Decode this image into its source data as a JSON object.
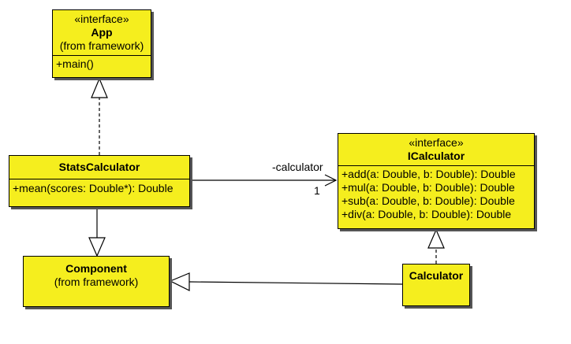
{
  "classes": {
    "app": {
      "stereotype": "«interface»",
      "name": "App",
      "package": "(from framework)",
      "operations": [
        "+main()"
      ]
    },
    "stats": {
      "name": "StatsCalculator",
      "operations": [
        "+mean(scores: Double*): Double"
      ]
    },
    "icalc": {
      "stereotype": "«interface»",
      "name": "ICalculator",
      "operations": [
        "+add(a: Double, b: Double): Double",
        "+mul(a: Double, b: Double): Double",
        "+sub(a: Double, b: Double): Double",
        "+div(a: Double, b: Double): Double"
      ]
    },
    "component": {
      "name": "Component",
      "package": "(from framework)"
    },
    "calculator": {
      "name": "Calculator"
    }
  },
  "association": {
    "role": "-calculator",
    "multiplicity": "1"
  },
  "colors": {
    "class_fill": "#f5ee1e",
    "line": "#000000"
  }
}
